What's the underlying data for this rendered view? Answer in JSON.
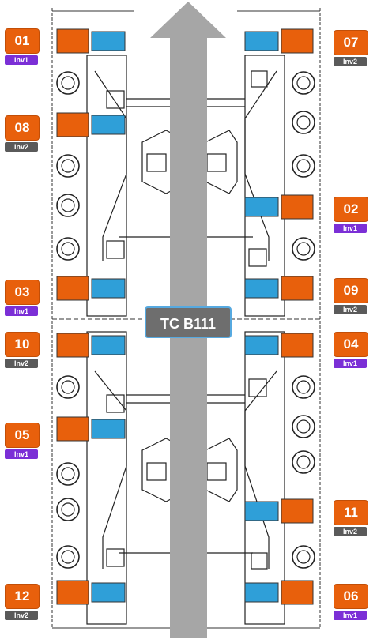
{
  "train": {
    "label": "TC B111"
  },
  "motors": [
    {
      "id": "01",
      "inverter": "Inv1"
    },
    {
      "id": "08",
      "inverter": "Inv2"
    },
    {
      "id": "03",
      "inverter": "Inv1"
    },
    {
      "id": "10",
      "inverter": "Inv2"
    },
    {
      "id": "05",
      "inverter": "Inv1"
    },
    {
      "id": "12",
      "inverter": "Inv2"
    },
    {
      "id": "07",
      "inverter": "Inv2"
    },
    {
      "id": "02",
      "inverter": "Inv1"
    },
    {
      "id": "09",
      "inverter": "Inv2"
    },
    {
      "id": "04",
      "inverter": "Inv1"
    },
    {
      "id": "11",
      "inverter": "Inv2"
    },
    {
      "id": "06",
      "inverter": "Inv1"
    }
  ],
  "colors": {
    "motor_tag": "#e8600c",
    "inv1": "#7b2fd6",
    "inv2": "#5a5a5a",
    "arrow": "#a6a6a6",
    "gearbox": "#e8600c",
    "motor_body": "#2f9fd8"
  }
}
